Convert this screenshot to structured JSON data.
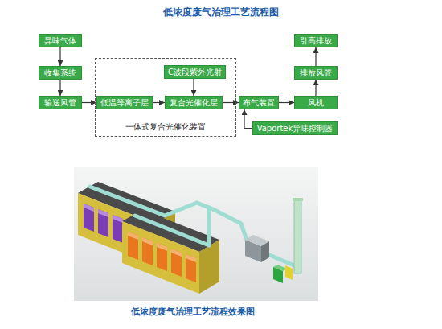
{
  "diagram": {
    "title": "低浓度废气治理工艺流程图",
    "caption": "低浓度废气治理工艺流程效果图",
    "nodes": [
      {
        "text": [
          "异味气体"
        ]
      },
      {
        "text": [
          "收集系统"
        ]
      },
      {
        "text": [
          "输送风管"
        ]
      },
      {
        "text": [
          "一体式复合光催化装置"
        ]
      },
      {
        "text": [
          "低温等离子层"
        ],
        "in": 3
      },
      {
        "text": [
          "C波段紫外光射"
        ],
        "in": 3
      },
      {
        "text": [
          "复合光催化层"
        ],
        "in": 3
      },
      {
        "text": [
          "布气装置"
        ]
      },
      {
        "text": [
          "风机"
        ]
      },
      {
        "text": [
          "排放风管"
        ]
      },
      {
        "text": [
          "引高排放"
        ]
      },
      {
        "text": [
          "Vaportek异味控制器"
        ]
      }
    ],
    "edges": [
      {
        "from": 0,
        "to": 1,
        "arrow": "to"
      },
      {
        "from": 1,
        "to": 2,
        "arrow": "to"
      },
      {
        "from": 2,
        "to": 4,
        "arrow": "to"
      },
      {
        "from": 4,
        "to": 6,
        "arrow": "to"
      },
      {
        "from": 5,
        "to": 6,
        "arrow": "to"
      },
      {
        "from": 6,
        "to": 7,
        "arrow": "to"
      },
      {
        "from": 7,
        "to": 8,
        "arrow": "to"
      },
      {
        "from": 8,
        "to": 9,
        "arrow": "to"
      },
      {
        "from": 9,
        "to": 10,
        "arrow": "to"
      },
      {
        "from": 11,
        "to": 7,
        "arrow": "to"
      }
    ]
  }
}
